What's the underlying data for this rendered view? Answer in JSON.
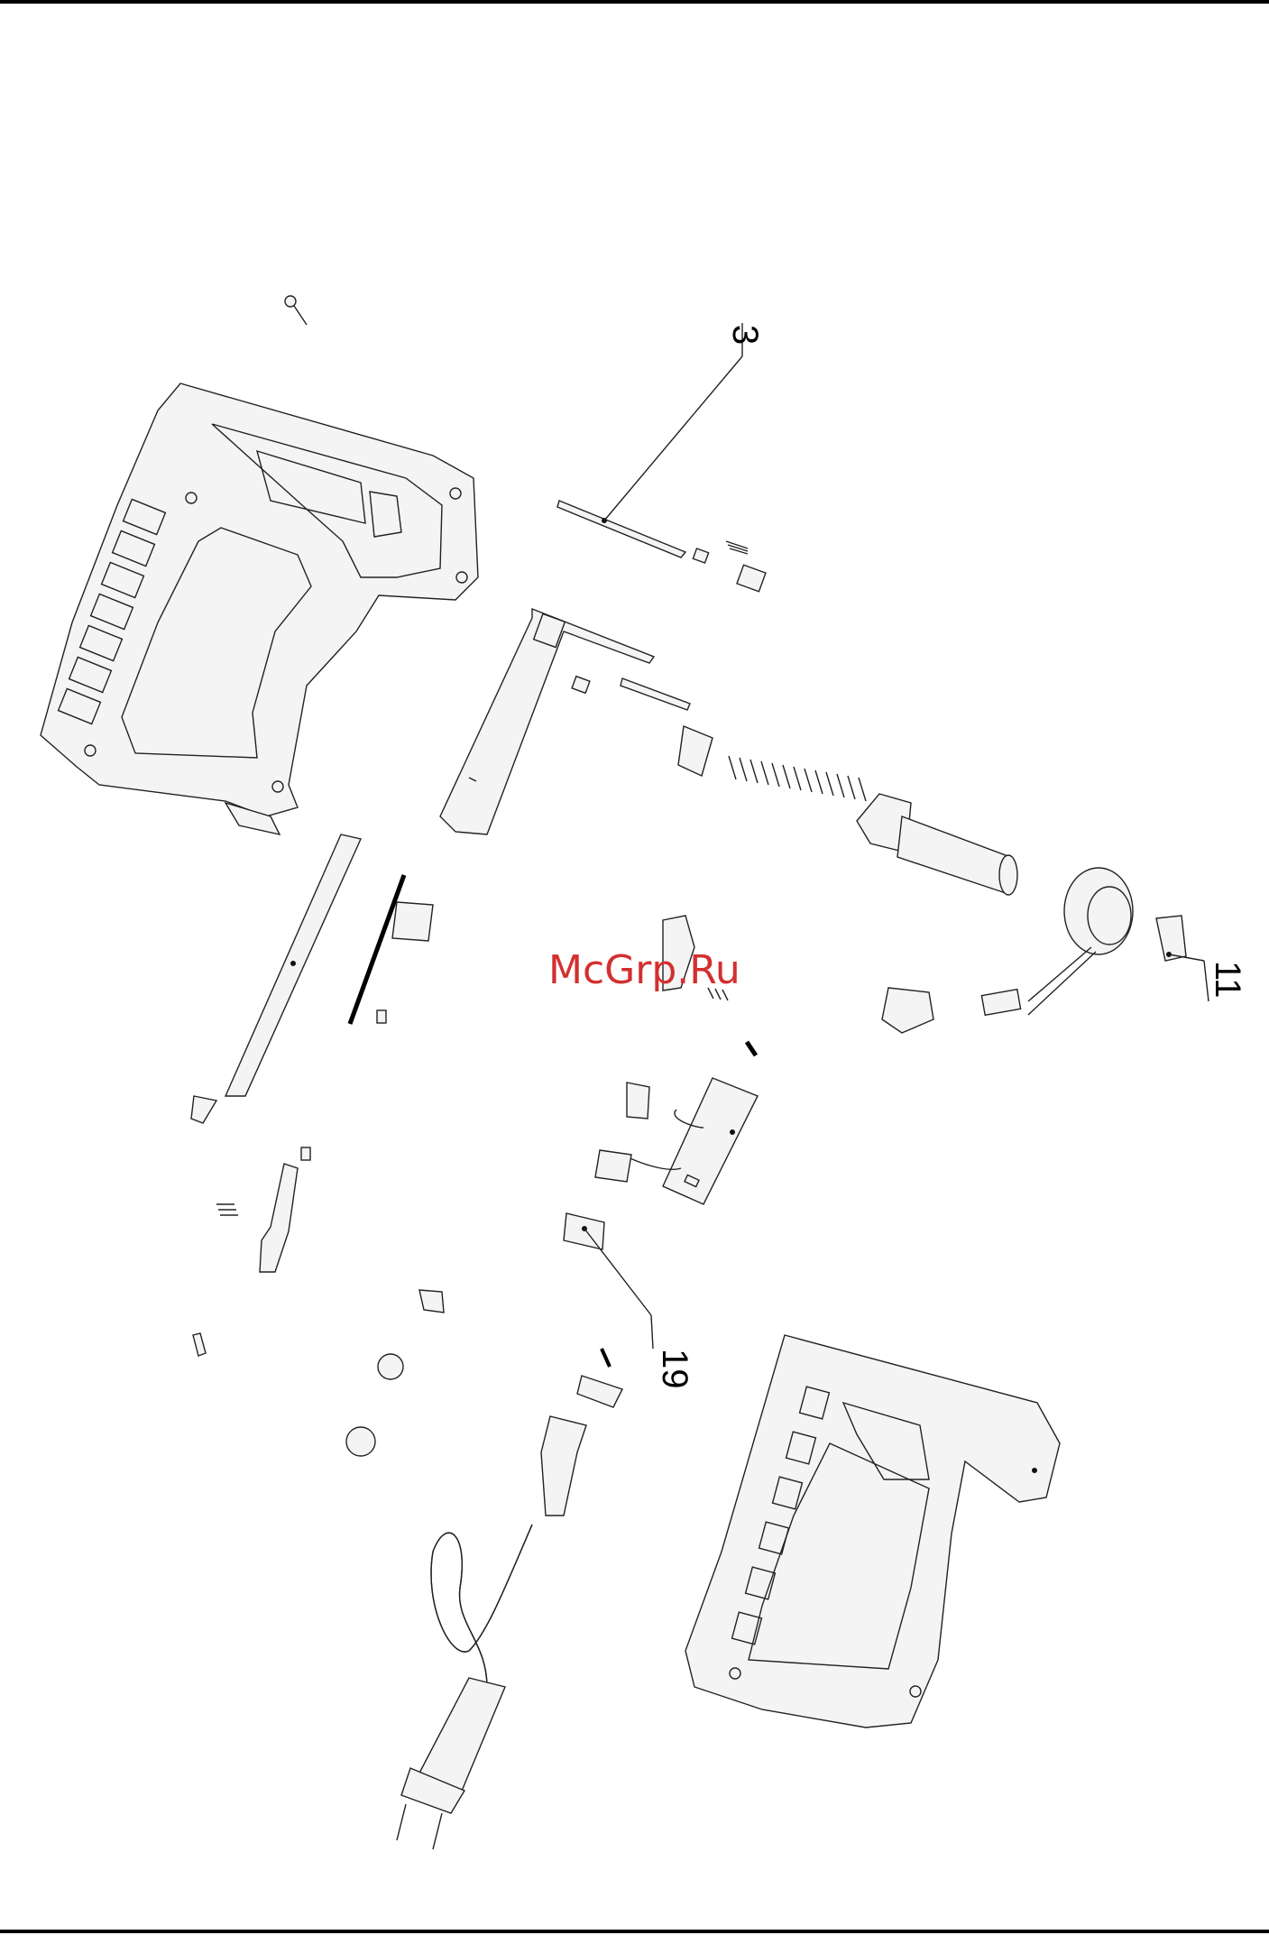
{
  "callouts": {
    "c3": "3",
    "c11": "11",
    "c19": "19"
  },
  "watermark": "McGrp.Ru",
  "colors": {
    "line": "#222222",
    "watermark": "#d32f2f",
    "background": "#ffffff"
  }
}
